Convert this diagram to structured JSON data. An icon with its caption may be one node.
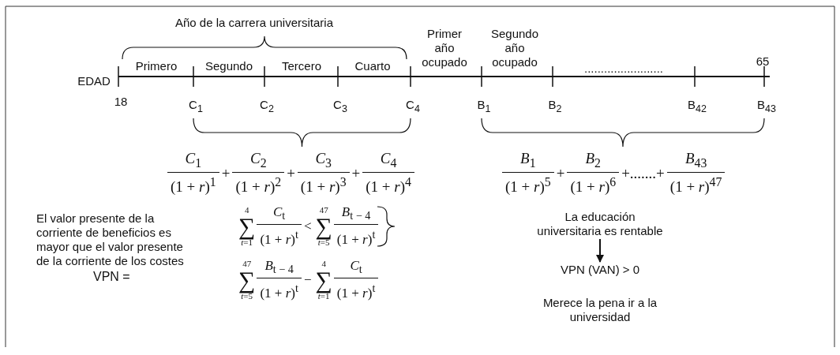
{
  "diagram": {
    "nodes": [
      {
        "text": [
          "La educación universitaria es rentable"
        ]
      },
      {
        "text": [
          "VPN (VAN) > 0"
        ]
      }
    ],
    "edges": [
      {
        "from": 0,
        "to": 1,
        "arrow": "to"
      }
    ],
    "labels": [
      "Año de la carrera universitaria",
      "Primer año ocupado",
      "Segundo año ocupado",
      "Primero",
      "Segundo",
      "Tercero",
      "Cuarto",
      "........................",
      "65",
      "EDAD",
      "18",
      "C$_{1}$",
      "C$_{2}$",
      "C$_{3}$",
      "C$_{4}$",
      "B$_{1}$",
      "B$_{2}$",
      "B$_{42}$",
      "B$_{43}$",
      "*C*$_{1}$",
      "(1 + *r*)$^{1}$",
      "+",
      "*C*$_{2}$",
      "(1 + *r*)$^{2}$",
      "+",
      "*C*$_{3}$",
      "(1 + *r*)$^{3}$",
      "+",
      "*C*$_{4}$",
      "(1 + *r*)$^{4}$",
      "*B*$_{1}$",
      "(1 + *r*)$^{5}$",
      "+",
      "*B*$_{2}$",
      "(1 + *r*)$^{6}$",
      "+.......+",
      "*B*$_{43}$",
      "(1 + *r*)$^{47}$",
      "El valor presente de la corriente de beneficios es mayor que el valor presente de la corriente de los costes",
      "4",
      "∑",
      "*t*=1",
      "*C*$_{t}$",
      "(1 + *r*)$^{t}$",
      "<",
      "47",
      "∑",
      "*t*=5",
      "*B*$_{t − 4}$",
      "(1 + *r*)$^{t}$",
      "VPN =",
      "47",
      "∑",
      "*t*=5",
      "*B*$_{t − 4}$",
      "(1 + *r*)$^{t}$",
      "−",
      "4",
      "∑",
      "*t*=1",
      "*C*$_{t}$",
      "(1 + *r*)$^{t}$",
      "Merece la pena ir a la universidad"
    ]
  }
}
